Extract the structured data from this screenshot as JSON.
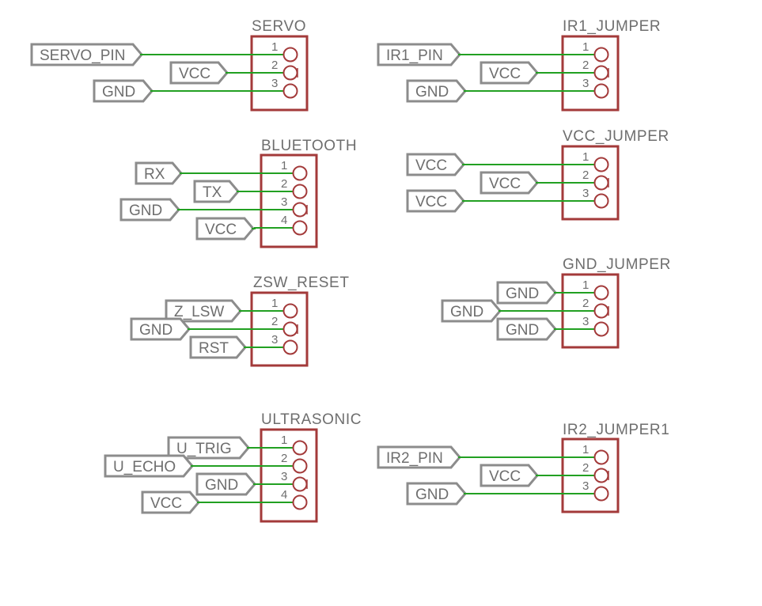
{
  "colors": {
    "wire": "#22a022",
    "part": "#a33a3a",
    "label": "#8c8c8c",
    "text": "#6e6e6e"
  },
  "connectors": [
    {
      "name": "SERVO",
      "pins": [
        {
          "num": "1",
          "net": "SERVO_PIN"
        },
        {
          "num": "2",
          "net": "VCC"
        },
        {
          "num": "3",
          "net": "GND"
        }
      ]
    },
    {
      "name": "IR1_JUMPER",
      "pins": [
        {
          "num": "1",
          "net": "IR1_PIN"
        },
        {
          "num": "2",
          "net": "VCC"
        },
        {
          "num": "3",
          "net": "GND"
        }
      ]
    },
    {
      "name": "BLUETOOTH",
      "pins": [
        {
          "num": "1",
          "net": "RX"
        },
        {
          "num": "2",
          "net": "TX"
        },
        {
          "num": "3",
          "net": "GND"
        },
        {
          "num": "4",
          "net": "VCC"
        }
      ]
    },
    {
      "name": "VCC_JUMPER",
      "pins": [
        {
          "num": "1",
          "net": "VCC"
        },
        {
          "num": "2",
          "net": "VCC"
        },
        {
          "num": "3",
          "net": "VCC"
        }
      ]
    },
    {
      "name": "ZSW_RESET",
      "pins": [
        {
          "num": "1",
          "net": "Z_LSW"
        },
        {
          "num": "2",
          "net": "GND"
        },
        {
          "num": "3",
          "net": "RST"
        }
      ]
    },
    {
      "name": "GND_JUMPER",
      "pins": [
        {
          "num": "1",
          "net": "GND"
        },
        {
          "num": "2",
          "net": "GND"
        },
        {
          "num": "3",
          "net": "GND"
        }
      ]
    },
    {
      "name": "ULTRASONIC",
      "pins": [
        {
          "num": "1",
          "net": "U_TRIG"
        },
        {
          "num": "2",
          "net": "U_ECHO"
        },
        {
          "num": "3",
          "net": "GND"
        },
        {
          "num": "4",
          "net": "VCC"
        }
      ]
    },
    {
      "name": "IR2_JUMPER1",
      "pins": [
        {
          "num": "1",
          "net": "IR2_PIN"
        },
        {
          "num": "2",
          "net": "VCC"
        },
        {
          "num": "3",
          "net": "GND"
        }
      ]
    }
  ]
}
